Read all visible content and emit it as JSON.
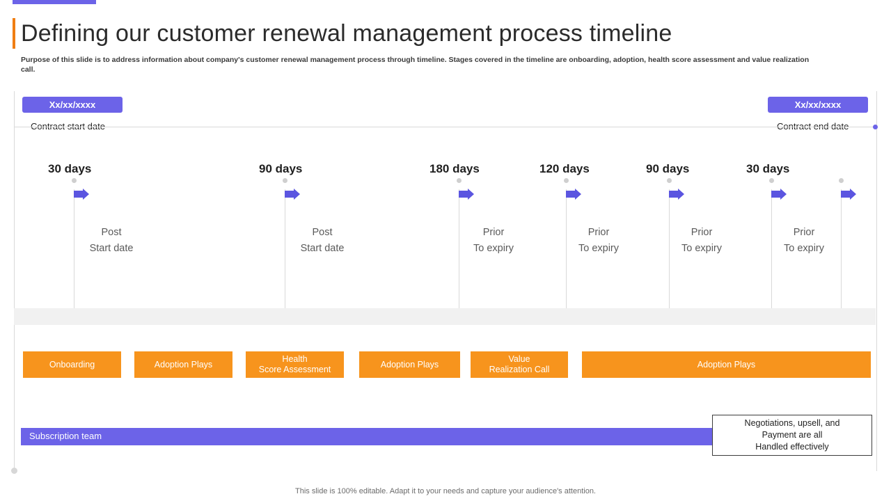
{
  "slide": {
    "title": "Defining our customer renewal management process timeline",
    "subtitle": "Purpose of this slide is to address information about company's customer renewal management process through timeline. Stages covered in the timeline are onboarding, adoption, health score assessment and value realization call.",
    "footer": "This slide is 100% editable. Adapt it to your needs and capture your audience's attention."
  },
  "contract": {
    "start_chip": "Xx/xx/xxxx",
    "start_label": "Contract start date",
    "end_chip": "Xx/xx/xxxx",
    "end_label": "Contract end date"
  },
  "milestones": [
    {
      "days": "30 days",
      "line1": "Post",
      "line2": "Start date"
    },
    {
      "days": "90 days",
      "line1": "Post",
      "line2": "Start date"
    },
    {
      "days": "180 days",
      "line1": "Prior",
      "line2": "To expiry"
    },
    {
      "days": "120 days",
      "line1": "Prior",
      "line2": "To expiry"
    },
    {
      "days": "90 days",
      "line1": "Prior",
      "line2": "To expiry"
    },
    {
      "days": "30 days",
      "line1": "Prior",
      "line2": "To expiry"
    }
  ],
  "stages": [
    {
      "line1": "Onboarding",
      "line2": ""
    },
    {
      "line1": "Adoption Plays",
      "line2": ""
    },
    {
      "line1": "Health",
      "line2": "Score Assessment"
    },
    {
      "line1": "Adoption Plays",
      "line2": ""
    },
    {
      "line1": "Value",
      "line2": "Realization Call"
    },
    {
      "line1": "Adoption Plays",
      "line2": ""
    }
  ],
  "team_bar": {
    "label": "Subscription team"
  },
  "callout": {
    "line1": "Negotiations, upsell, and",
    "line2": "Payment are all",
    "line3": "Handled effectively"
  },
  "colors": {
    "accent_purple": "#6c63e8",
    "accent_orange": "#f7941d",
    "title_rule": "#f07e13"
  }
}
